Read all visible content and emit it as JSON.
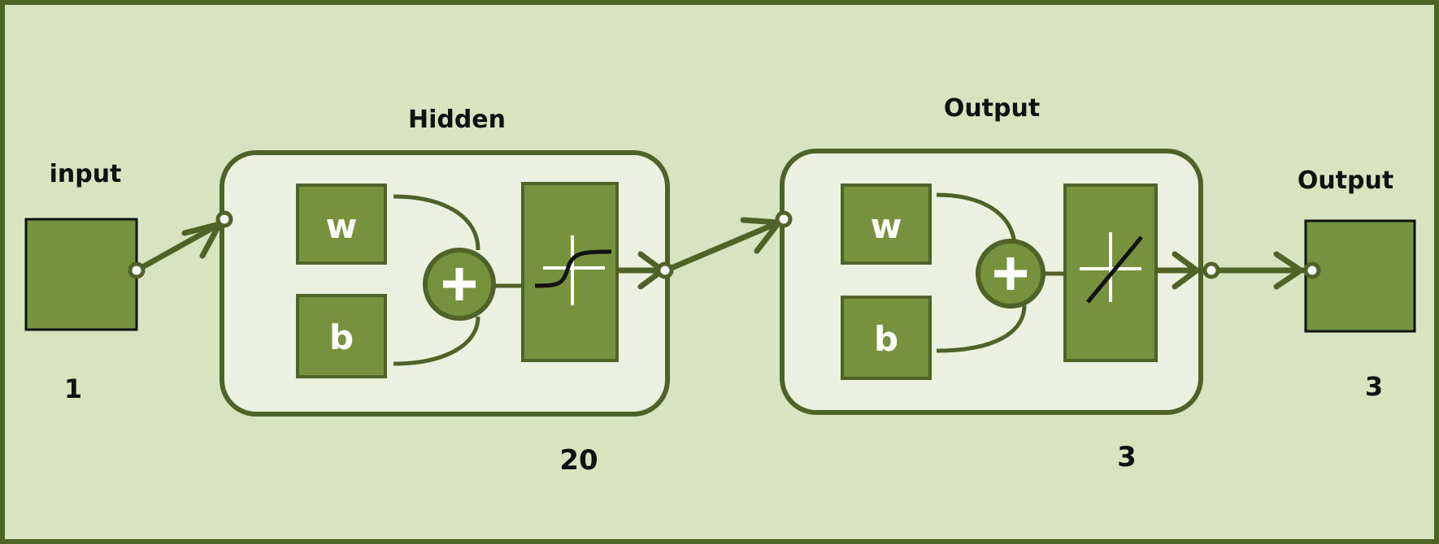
{
  "labels": {
    "input_title": "input",
    "input_size": "1",
    "hidden_title": "Hidden",
    "hidden_size": "20",
    "output_layer_title": "Output",
    "output_layer_size": "3",
    "output_title": "Output",
    "output_size": "3"
  },
  "layers": {
    "hidden": {
      "weight_label": "w",
      "bias_label": "b",
      "transfer_icon": "sigmoid-transfer-icon"
    },
    "output": {
      "weight_label": "w",
      "bias_label": "b",
      "transfer_icon": "linear-transfer-icon"
    }
  },
  "colors": {
    "background": "#d8e4bf",
    "frame": "#4f6228",
    "block_fill": "#76923c",
    "layer_fill": "#ebf1de"
  }
}
